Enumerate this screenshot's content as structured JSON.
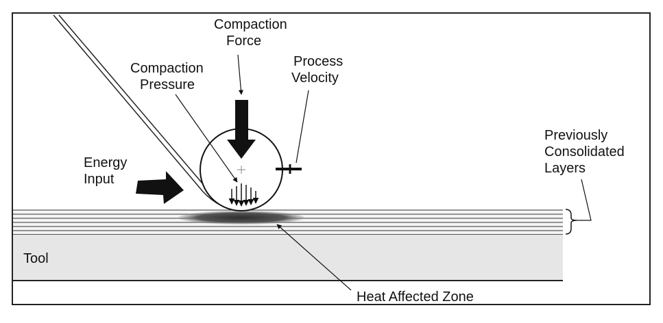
{
  "labels": {
    "compaction_force": [
      "Compaction",
      "Force"
    ],
    "process_velocity": [
      "Process",
      "Velocity"
    ],
    "compaction_pressure": [
      "Compaction",
      "Pressure"
    ],
    "energy_input": [
      "Energy",
      "Input"
    ],
    "previously_consolidated": [
      "Previously",
      "Consolidated",
      "Layers"
    ],
    "tool": "Tool",
    "heat_affected_zone": "Heat Affected Zone"
  },
  "colors": {
    "ink": "#111111",
    "frame": "#222222",
    "tool_fill": "#e6e6e6",
    "layers_fill": "#f4f4f4",
    "heat_zone": "#4a4a4a"
  }
}
